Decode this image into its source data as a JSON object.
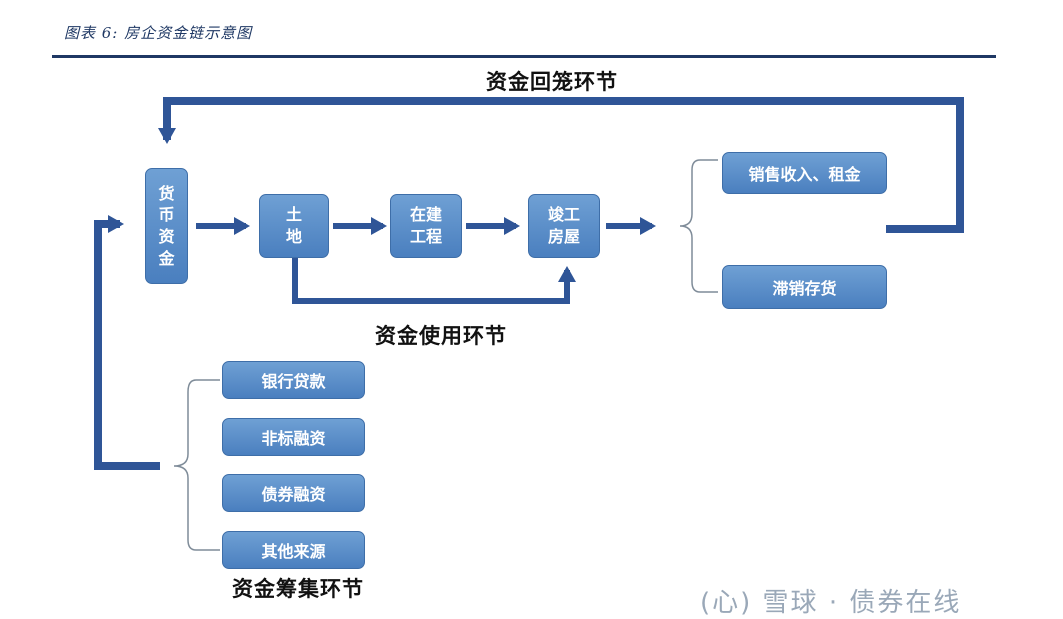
{
  "figure_title": "图表 6: 房企资金链示意图",
  "nodes": {
    "money": "货币资金",
    "land": [
      "土",
      "地"
    ],
    "construction": [
      "在建",
      "工程"
    ],
    "completed": [
      "竣工",
      "房屋"
    ],
    "sales_income": "销售收入、租金",
    "unsold_inventory": "滞销存货",
    "bank_loan": "银行贷款",
    "non_standard": "非标融资",
    "bond": "债券融资",
    "other": "其他来源"
  },
  "stages": {
    "recovery": "资金回笼环节",
    "usage": "资金使用环节",
    "raising": "资金筹集环节"
  },
  "colors": {
    "box": "#5b8fcb",
    "arrow": "#2f5597",
    "title": "#1f3864"
  },
  "watermark": "(心) 雪球 · 债券在线"
}
